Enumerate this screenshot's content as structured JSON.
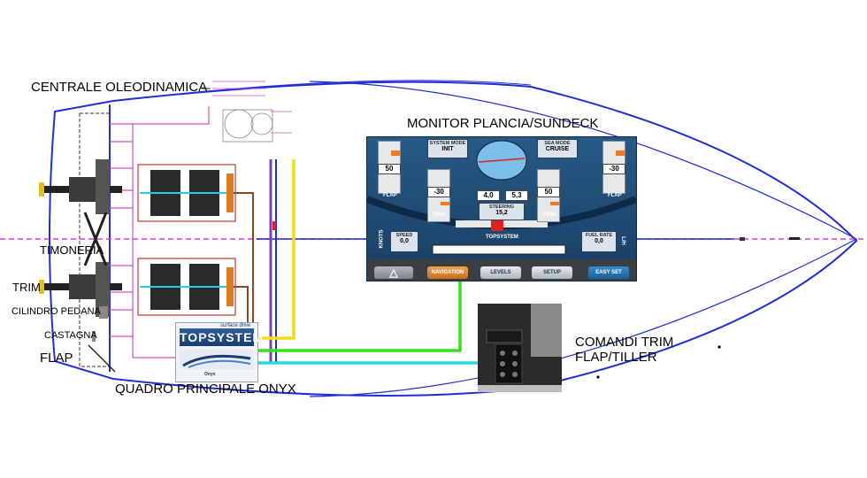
{
  "labels": {
    "centrale": "CENTRALE  OLEODINAMICA",
    "monitor_title": "MONITOR PLANCIA/SUNDECK",
    "timoneria": "TIMONERIA",
    "trim": "TRIM",
    "cilindro": "CILINDRO PEDANA",
    "castagna": "CASTAGNA",
    "flap": "FLAP",
    "quadro": "QUADRO  PRINCIPALE  ONYX",
    "comandi_line1": "COMANDI TRIM",
    "comandi_line2": "FLAP/TILLER"
  },
  "monitor": {
    "system_mode_label": "SYSTEM MODE",
    "system_mode_value": "INIT",
    "sea_mode_label": "SEA MODE",
    "sea_mode_value": "CRUISE",
    "left_flap_value": "50",
    "left_flap_label": "FLAP",
    "left_trim_value": "-30",
    "left_trim_label": "TRIM",
    "right_trim_value": "50",
    "right_trim_label": "TRIM",
    "right_flap_value": "-30",
    "right_flap_label": "FLAP",
    "readout_left": "4,0",
    "readout_right": "5,3",
    "steering_label": "STEERING",
    "steering_value": "15,2",
    "speed_label": "SPEED",
    "speed_value": "0,0",
    "speed_unit": "KNOTS",
    "fuel_label": "FUEL RATE",
    "fuel_value": "0,0",
    "fuel_unit": "L/H",
    "logo": "TOPSYSTEM",
    "buttons": [
      "NAVIGATION",
      "LEVELS",
      "SETUP",
      "EASY SET"
    ],
    "up_glyph": "△"
  },
  "quadro_panel": {
    "logo": "TOPSYSTEM",
    "subtitle": "surface drive",
    "brand": "Onyx"
  },
  "colors": {
    "hull": "#1f2fd6",
    "centerline": "#d43bd4",
    "yellow": "#f3dd12",
    "green": "#34e01c",
    "cyan": "#20dbe4",
    "brown": "#8b4a1e",
    "magenta_pipe": "#d24cc8",
    "accent_orange": "#f07a20"
  }
}
